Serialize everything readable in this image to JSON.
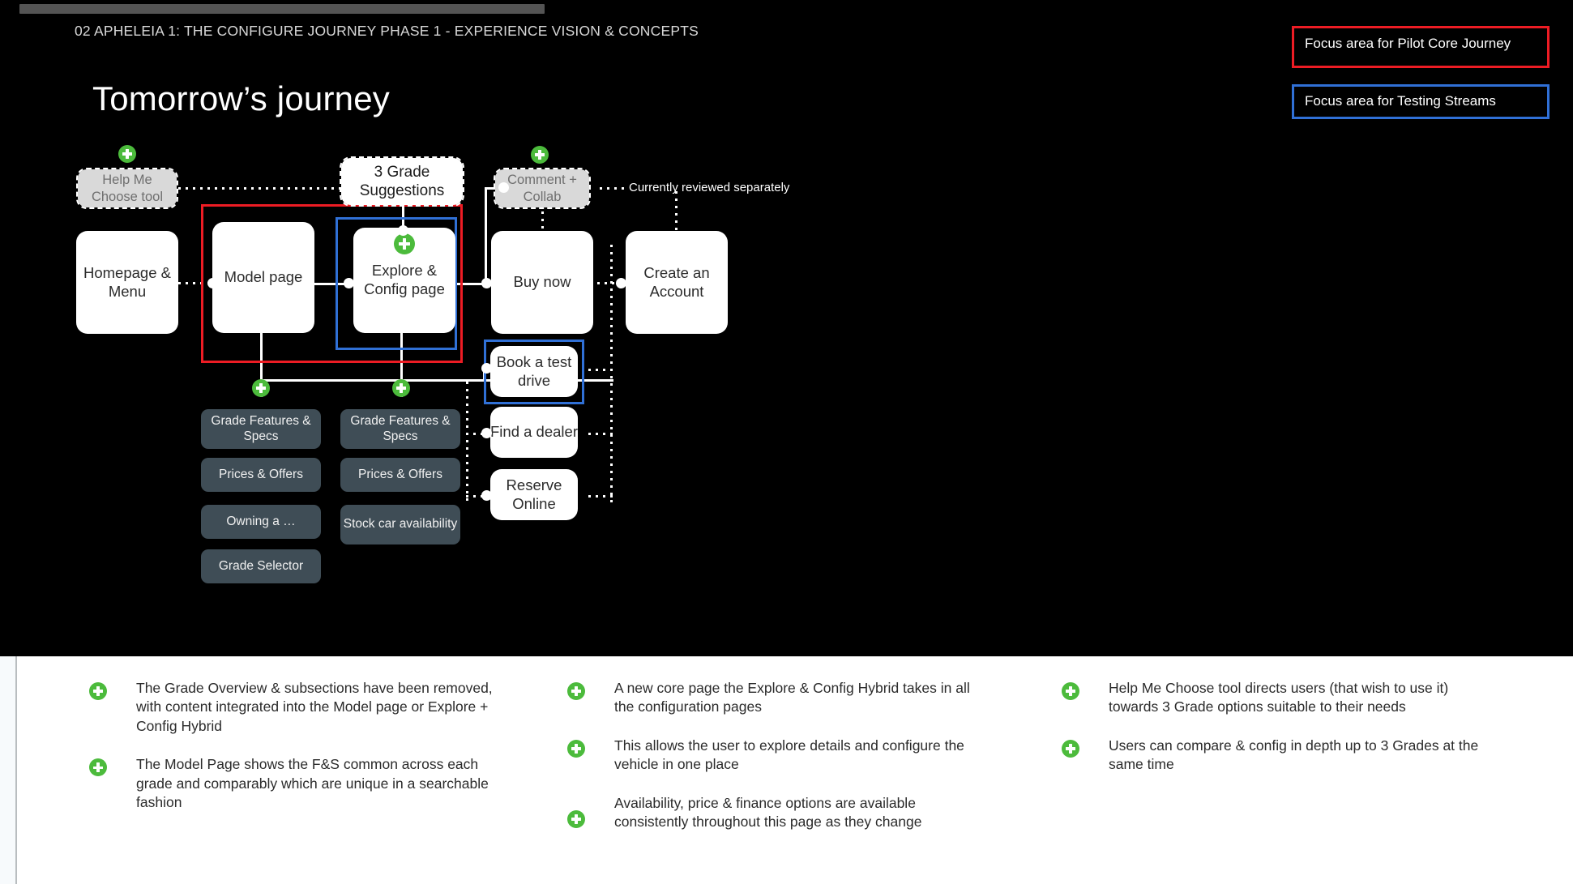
{
  "slide": {
    "eyebrow": "02 APHELEIA 1: THE CONFIGURE JOURNEY PHASE 1 - EXPERIENCE VISION & CONCEPTS",
    "title": "Tomorrow’s journey"
  },
  "legend": {
    "red_label": "Focus area for Pilot Core Journey",
    "blue_label": "Focus area for Testing Streams",
    "red_color": "#ed1c24",
    "blue_color": "#3070d6"
  },
  "diagram": {
    "side_note": "Currently reviewed separately",
    "nodes": {
      "help_me_choose": "Help Me Choose tool",
      "grade_suggestions": "3 Grade Suggestions",
      "comment_collab": "Comment + Collab",
      "homepage_menu": "Homepage & Menu",
      "model_page": "Model page",
      "explore_config": "Explore & Config page",
      "buy_now": "Buy now",
      "create_account": "Create an Account",
      "book_test_drive": "Book a test drive",
      "find_dealer": "Find a dealer",
      "reserve_online": "Reserve Online"
    },
    "model_subnodes": [
      "Grade Features & Specs",
      "Prices & Offers",
      "Owning a …",
      "Grade Selector"
    ],
    "explore_subnodes": [
      "Grade Features & Specs",
      "Prices & Offers",
      "Stock car availability"
    ],
    "plus_color": "#4cbb3c",
    "slate_color": "#3f4d56"
  },
  "notes": {
    "columns": [
      {
        "items": [
          "The Grade Overview & subsections have been removed, with content integrated into the Model page or Explore + Config Hybrid",
          "The Model Page shows the F&S common across each grade and comparably which are unique in a searchable fashion"
        ]
      },
      {
        "items": [
          "A new core page the Explore & Config Hybrid takes in all the configuration pages",
          "This allows the user to explore details and configure the vehicle in one place",
          "Availability, price & finance options are available consistently throughout this page as they change"
        ]
      },
      {
        "items": [
          "Help Me Choose tool directs users (that wish to use it) towards 3 Grade options suitable to their needs",
          "Users can compare & config in depth up to 3 Grades at the same time"
        ]
      }
    ]
  }
}
